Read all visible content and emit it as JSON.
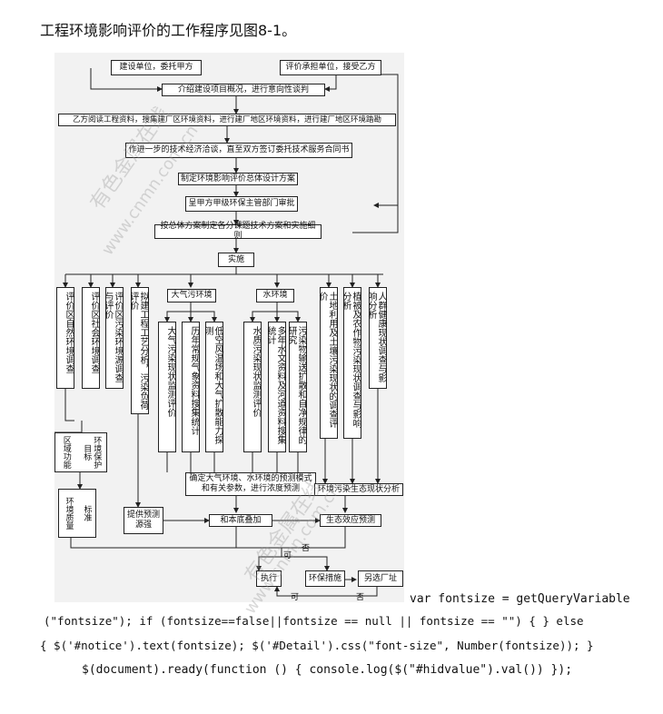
{
  "intro_text": "工程环境影响评价的工作程序见图8-1。",
  "figure": {
    "top_left": "建设单位，委托甲方",
    "top_right": "评价承担单位，接受乙方",
    "step1": "介绍建设项目概况，进行意向性谈判",
    "step2": "乙方阅读工程资料，搜集建厂区环境资料，进行建厂地区环境资料，进行建厂地区环境踏勘",
    "step3": "作进一步的技术经济洽谈，直至双方签订委托技术服务合同书",
    "step4": "制定环境影响评价总体设计方案",
    "step5": "呈甲方甲级环保主管部门审批",
    "step6": "按总体方案制定各分课题技术方案和实施细则",
    "implement": "实施",
    "v1": "评价区自然环境调查",
    "v2": "评价区社会环境调查",
    "v3": "评价区污染环境源调查与评价",
    "v4": "拟建工程工艺分析，污染负荷评价",
    "air_group": "大气污环境",
    "water_group": "水环境",
    "a1": "大气污染现状监测评价",
    "a2": "历年常规气象资料搜集统计",
    "a3": "低空风温场和大气扩散能力探测",
    "w1": "水质污染现状监测评价",
    "w2": "多年水文资料及河道资料搜集统计",
    "w3": "污染物输送扩散和自净规律的研究",
    "v5": "土地利用及土壤污染现状的调查评价",
    "v6": "植被及农作物污染现状调查与影响分析",
    "v7": "人群健康现状调查与影响分析",
    "zone_a": "区域功能",
    "zone_b": "环境保护目标",
    "quality_a": "环境质量",
    "quality_b": "标准",
    "predict_model": "确定大气环境、水环境的预测模式和有关参数，进行浓度预测",
    "eco_analysis": "环境污染生态现状分析",
    "source_pred": "提供预测源强",
    "overlay": "和本底叠加",
    "eco_pred": "生态效应预测",
    "yes1": "可",
    "no1": "否",
    "execute": "执行",
    "measures": "环保措施",
    "relocate": "另选厂址",
    "yes2": "可",
    "no2": "否",
    "watermark1": "有色金属在线",
    "watermark2": "www.cnmn.com.cn",
    "watermark3": "有色金属在线",
    "watermark4": "www.cnmn.com.cn"
  },
  "code": {
    "line1": "var fontsize = getQueryVariable",
    "line2": "(\"fontsize\"); if (fontsize==false||fontsize == null || fontsize == \"\") { } else",
    "line3": "{ $('#notice').text(fontsize); $('#Detail').css(\"font-size\", Number(fontsize)); }",
    "line4": "$(document).ready(function () { console.log($(\"#hidvalue\").val()) });"
  }
}
